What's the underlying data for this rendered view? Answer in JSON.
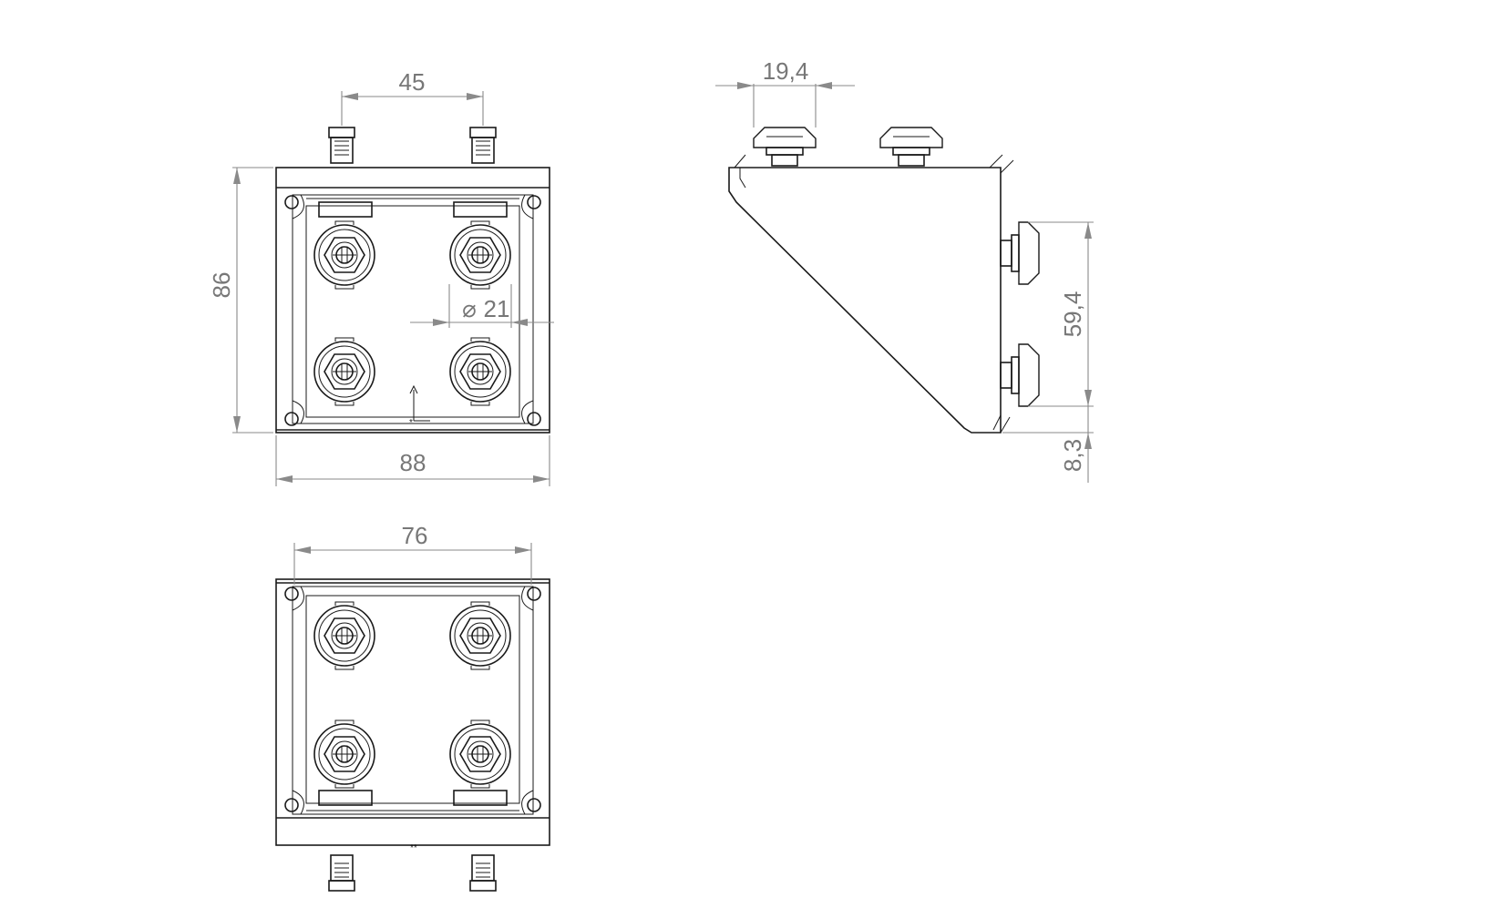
{
  "colors": {
    "line": "#1a1a1a",
    "dimension": "#8a8a8a",
    "dimension_text": "#777777",
    "background": "#ffffff"
  },
  "dimensions": {
    "top_view_bolt_spacing": "45",
    "top_view_height": "86",
    "top_view_width": "88",
    "hole_diameter": "21",
    "diameter_symbol": "⌀",
    "side_view_nut_width": "19,4",
    "side_view_vertical_spacing": "59,4",
    "side_view_bottom_offset": "8,3",
    "bottom_view_width": "76"
  }
}
